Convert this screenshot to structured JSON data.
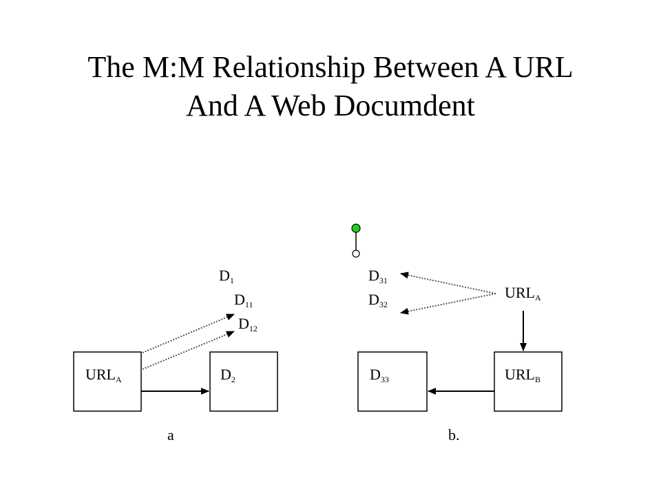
{
  "title": {
    "line1": "The M:M Relationship Between A URL",
    "line2": "And A Web Documdent"
  },
  "diagram_a": {
    "caption": "a",
    "url_box": {
      "main": "URL",
      "sub": "A"
    },
    "doc_box": {
      "main": "D",
      "sub": "2"
    },
    "floating_labels": [
      {
        "main": "D",
        "sub": "1"
      },
      {
        "main": "D",
        "sub": "11"
      },
      {
        "main": "D",
        "sub": "12"
      }
    ]
  },
  "diagram_b": {
    "caption": "b.",
    "url_a": {
      "main": "URL",
      "sub": "A"
    },
    "url_b_box": {
      "main": "URL",
      "sub": "B"
    },
    "doc_box": {
      "main": "D",
      "sub": "33"
    },
    "floating_labels": [
      {
        "main": "D",
        "sub": "31"
      },
      {
        "main": "D",
        "sub": "32"
      }
    ]
  },
  "colors": {
    "handle_fill": "#22cc22",
    "stroke": "#000000",
    "dotted": "#555555"
  }
}
